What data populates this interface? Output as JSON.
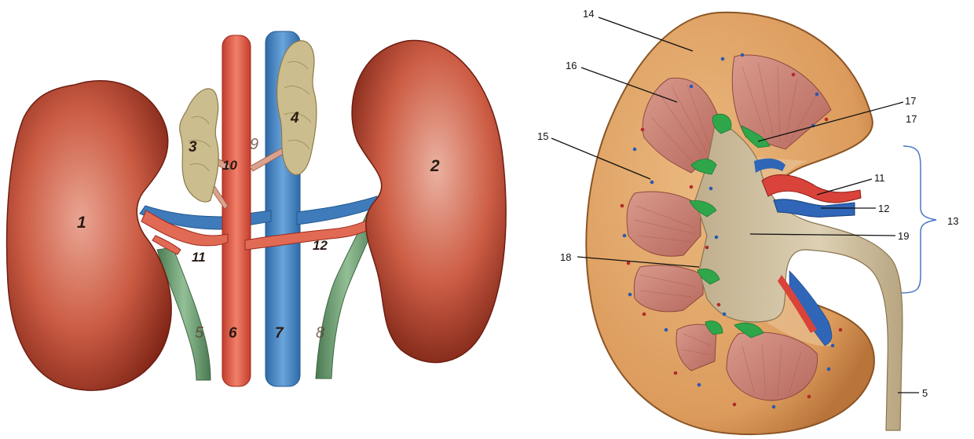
{
  "left_panel": {
    "labels": {
      "k1": "1",
      "k2": "2",
      "adr_l": "3",
      "adr_r": "4",
      "ureter_l": "5",
      "aorta": "6",
      "vena_cava": "7",
      "ureter_r": "8",
      "adr_v_r": "9",
      "adr_v_l": "10",
      "renal_a": "11",
      "renal_v": "12"
    }
  },
  "right_panel": {
    "labels": {
      "l14": "14",
      "l16": "16",
      "l17a": "17",
      "l17b": "17",
      "l15": "15",
      "l11": "11",
      "l12": "12",
      "l13": "13",
      "l19": "19",
      "l18": "18",
      "l5": "5"
    }
  },
  "colors": {
    "kidney": "#c4503a",
    "kidney_dark": "#8f2a1c",
    "aorta": "#e05a47",
    "vein": "#4a86c2",
    "ureter": "#6f9a74",
    "adrenal": "#c8b887",
    "cortex": "#e2aa6c",
    "medulla": "#c9847a",
    "pelvis": "#cdbb9a",
    "calyx_green": "#2fa64a"
  }
}
